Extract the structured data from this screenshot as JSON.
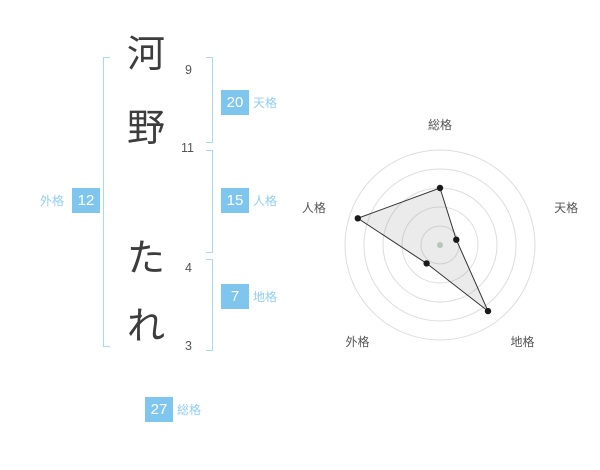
{
  "name": {
    "chars": [
      {
        "char": "河",
        "strokes": "9"
      },
      {
        "char": "野",
        "strokes": "11"
      },
      {
        "char": "た",
        "strokes": "4"
      },
      {
        "char": "れ",
        "strokes": "3"
      }
    ]
  },
  "categories": {
    "tenkaku": {
      "label": "天格",
      "value": "20"
    },
    "jinkaku": {
      "label": "人格",
      "value": "15"
    },
    "chikaku": {
      "label": "地格",
      "value": "7"
    },
    "gaikaku": {
      "label": "外格",
      "value": "12"
    },
    "soukaku": {
      "label": "総格",
      "value": "27"
    }
  },
  "colors": {
    "accent_badge_blue": "#7fc6ee",
    "label_blue": "#90cef2",
    "bracket_blue": "#a9d8f3",
    "chart_ring_gray": "#dddddd"
  },
  "chart_data": {
    "type": "radar",
    "axes": [
      "総格",
      "天格",
      "地格",
      "外格",
      "人格"
    ],
    "values": [
      60,
      18,
      86,
      24,
      91
    ],
    "max": 100,
    "rings": 5,
    "ring_color": "#dddddd",
    "fill_color": "rgba(120,120,120,0.15)",
    "stroke_color": "#333333",
    "point_color": "#1a1a1a",
    "center_color": "#b7c6bc",
    "label_color": "#555555",
    "legend": "none",
    "grid": "concentric-circles"
  }
}
